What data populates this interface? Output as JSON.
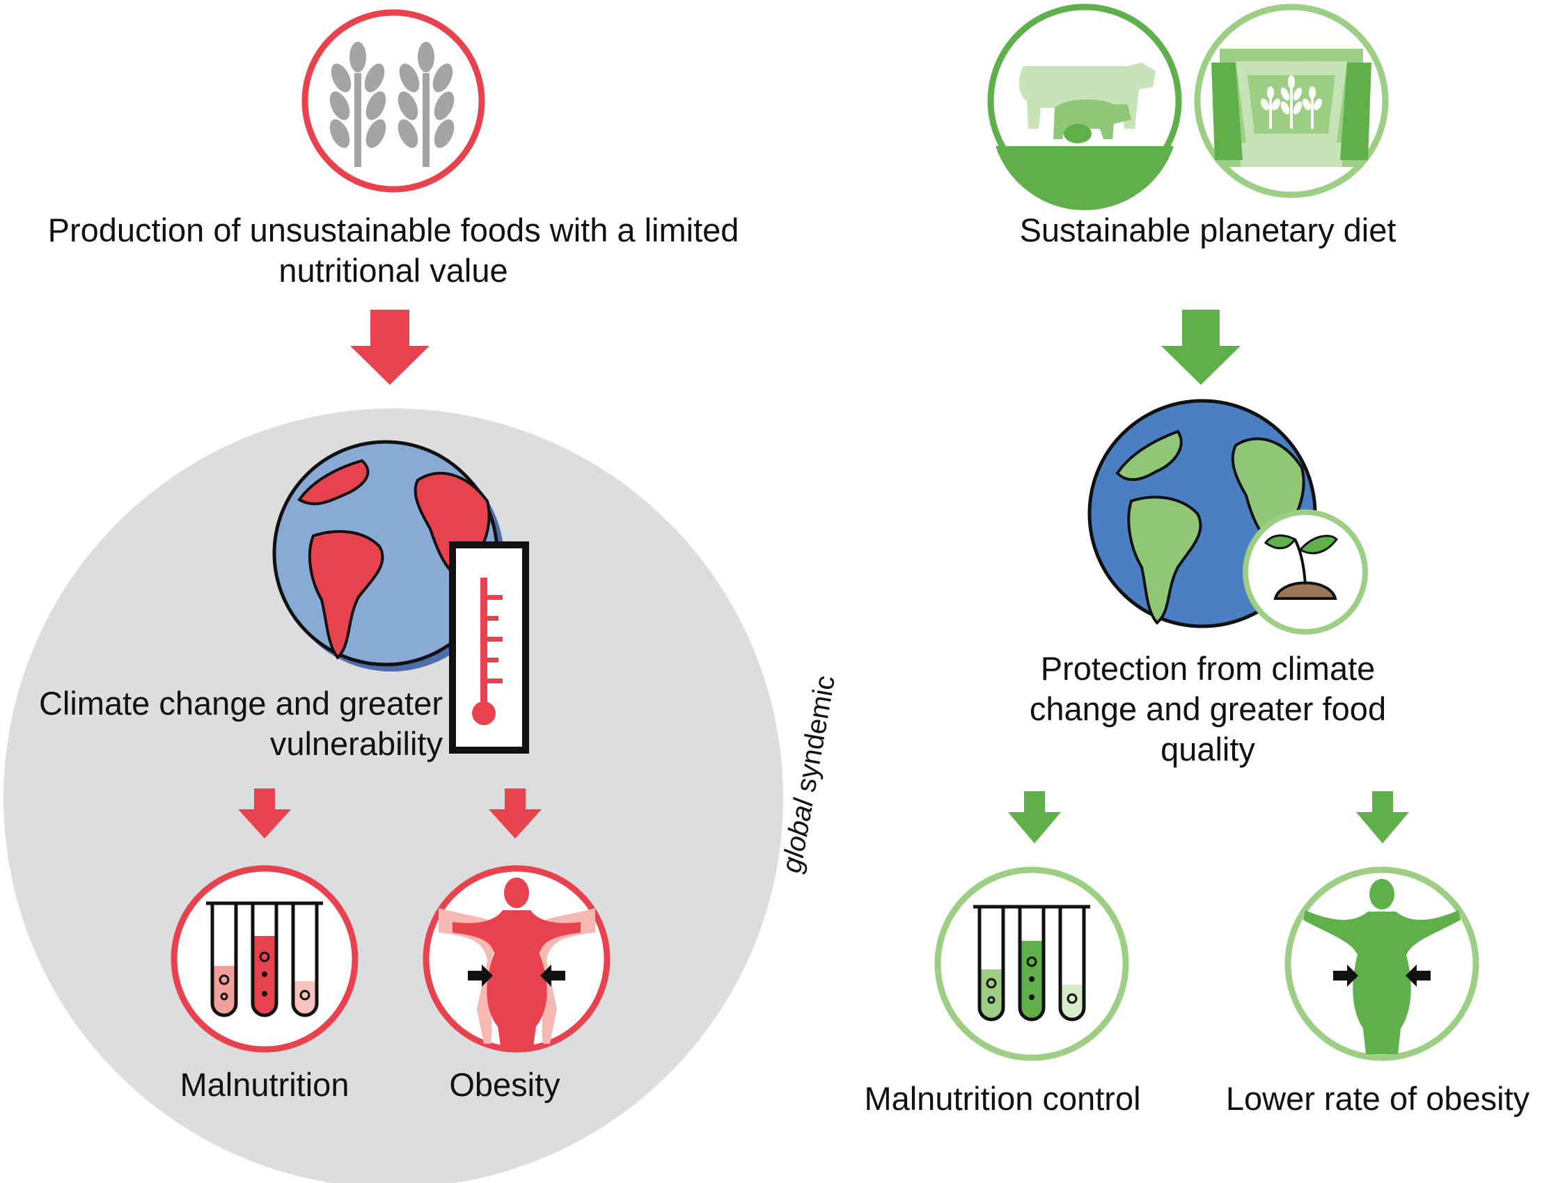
{
  "left": {
    "header": {
      "line1": "Production of unsustainable foods with a limited",
      "line2": "nutritional value"
    },
    "climate": {
      "line1": "Climate change and greater",
      "line2": "vulnerability"
    },
    "circle_label": {
      "italic": "global",
      "rest": " syndemic"
    },
    "outcome_a": "Malnutrition",
    "outcome_b": "Obesity"
  },
  "right": {
    "header": "Sustainable planetary diet",
    "protection": {
      "line1": "Protection from climate",
      "line2": "change and greater food",
      "line3": "quality"
    },
    "outcome_a": "Malnutrition control",
    "outcome_b": "Lower rate of obesity"
  },
  "colors": {
    "red": "#e8424e",
    "green": "#5fb04a",
    "light_green": "#9ccf84",
    "gray": "#dcdddf",
    "globe_red_ocean": "#8aaad6",
    "globe_green_ocean": "#4a7fc4"
  }
}
